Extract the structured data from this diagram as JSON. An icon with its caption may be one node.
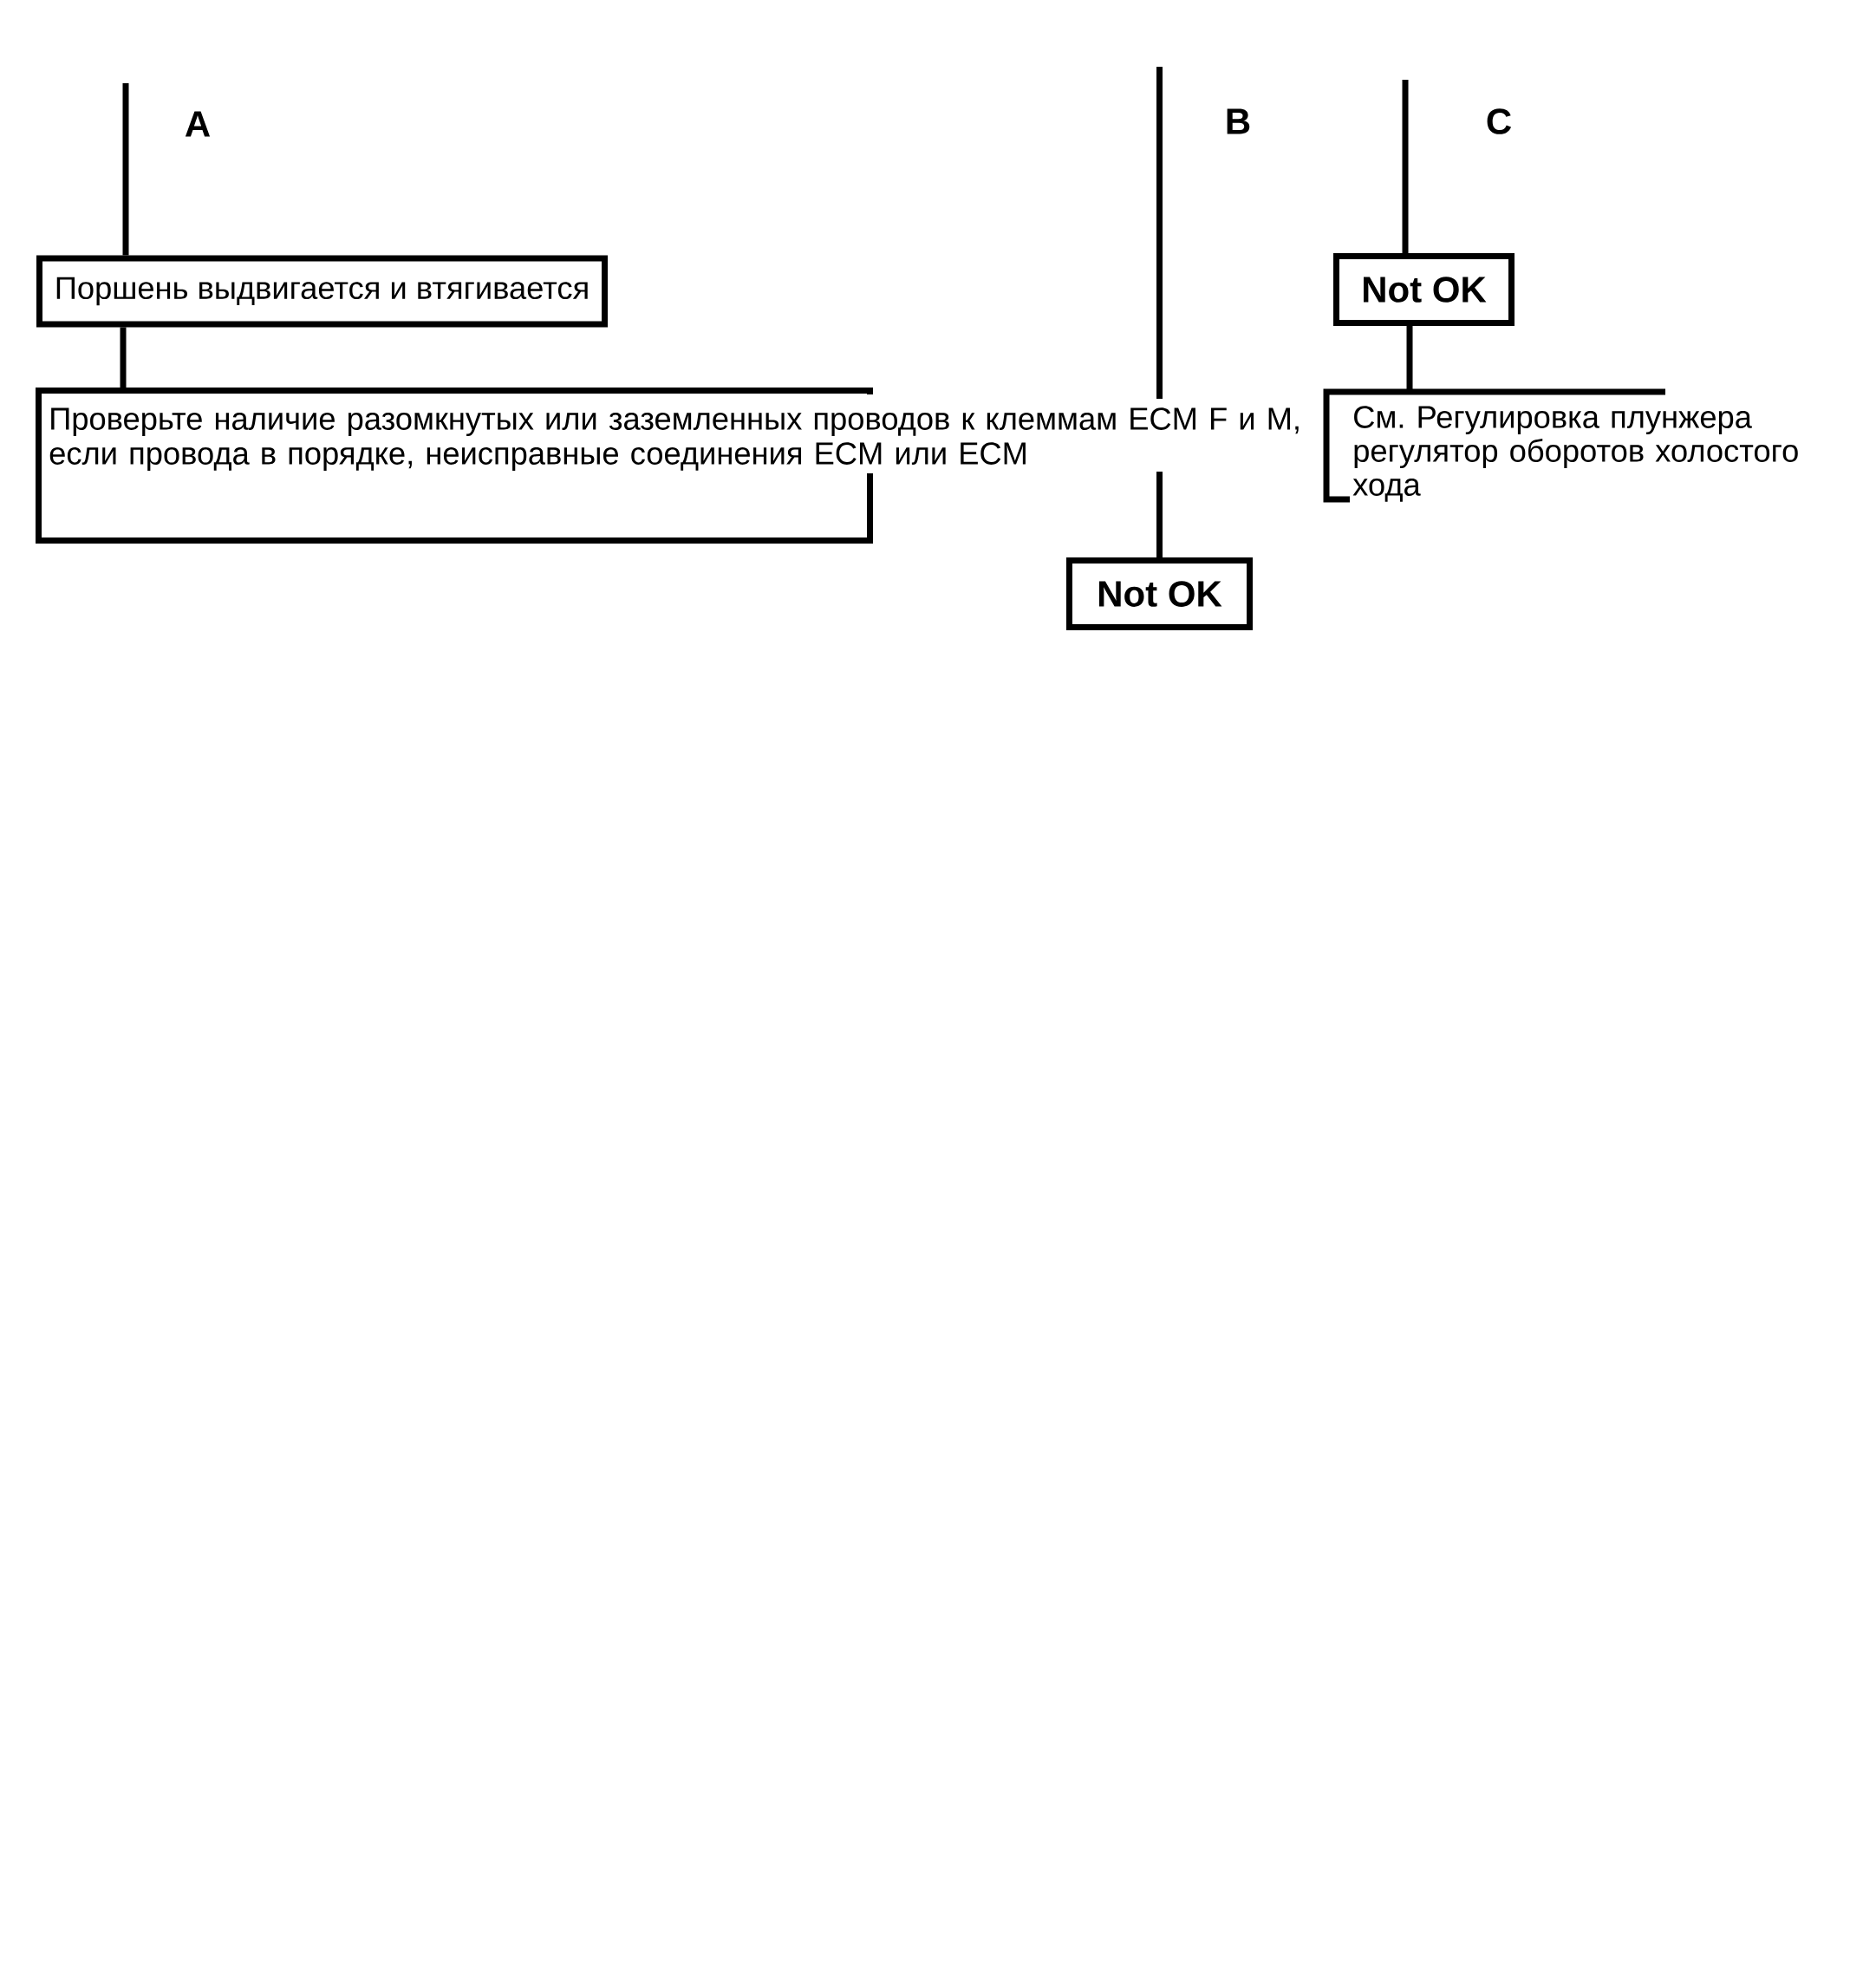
{
  "diagram": {
    "nodes": [
      {
        "text": [
          "Поршень выдвигается и втягивается"
        ]
      },
      {
        "text": [
          "Проверьте наличие разомкнутых или заземленных проводов к клеммам ECM F и M, если провода в порядке, неисправные соединения ECM или ECM"
        ]
      },
      {
        "text": [
          "Not OK"
        ]
      },
      {
        "text": [
          "См. Регулировка плунжера регулятор оборотов холостого хода"
        ]
      },
      {
        "text": [
          "Not OK"
        ]
      }
    ],
    "edges": [
      {
        "from": null,
        "to": 0,
        "arrow": "none"
      },
      {
        "from": 0,
        "to": 1,
        "arrow": "none"
      },
      {
        "from": null,
        "to": 4,
        "arrow": "none"
      },
      {
        "from": null,
        "to": 2,
        "arrow": "none"
      },
      {
        "from": 2,
        "to": 3,
        "arrow": "none"
      }
    ],
    "labels": [
      "A",
      "B",
      "C"
    ]
  }
}
